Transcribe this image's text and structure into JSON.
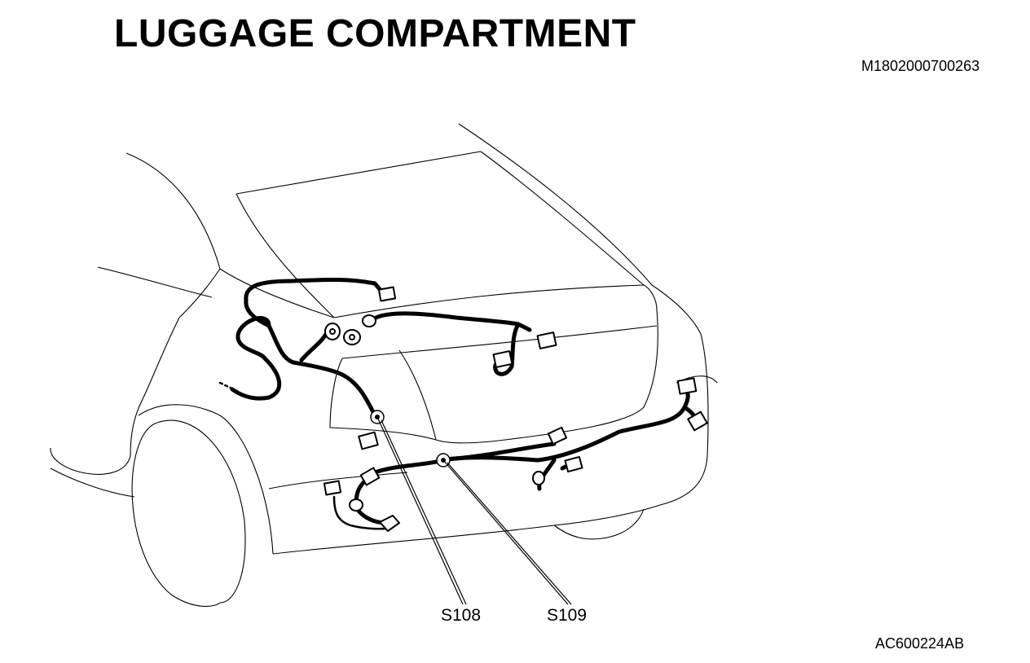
{
  "title": "LUGGAGE COMPARTMENT",
  "document_code": "M1802000700263",
  "figure_code": "AC600224AB",
  "splices": [
    {
      "id": "S108"
    },
    {
      "id": "S109"
    }
  ]
}
